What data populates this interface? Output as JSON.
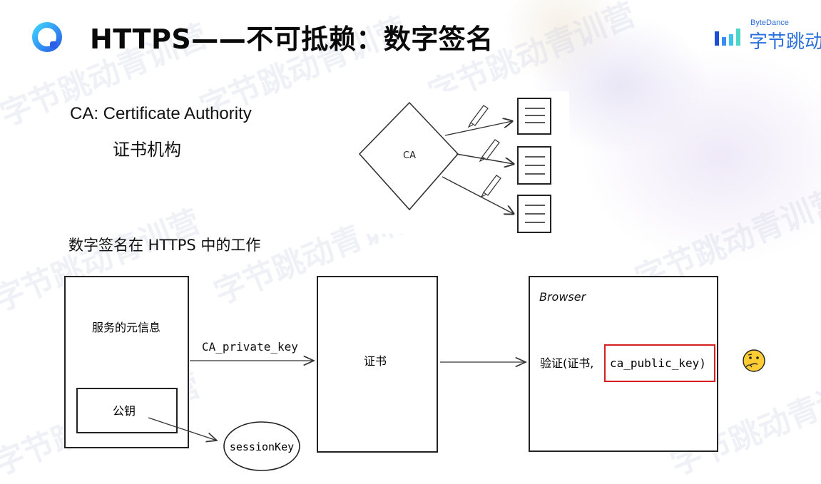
{
  "header": {
    "title": "HTTPS——不可抵赖：数字签名",
    "brand_small": "ByteDance",
    "brand_big": "字节跳动"
  },
  "intro": {
    "ca_line": "CA:  Certificate Authority",
    "ca_cn": "证书机构"
  },
  "top_diagram": {
    "ca_label": "CA"
  },
  "section": {
    "label": "数字签名在 HTTPS 中的工作"
  },
  "flow": {
    "server_box_label": "服务的元信息",
    "public_key_label": "公钥",
    "arrow_label": "CA_private_key",
    "cert_label": "证书",
    "browser_label": "Browser",
    "verify_prefix": "验证(证书,",
    "verify_key": "ca_public_key)",
    "session_key": "sessionKey"
  },
  "watermark": "字节跳动青训营",
  "colors": {
    "brand_blue": "#2a6fdb",
    "highlight_red": "#d42020"
  }
}
